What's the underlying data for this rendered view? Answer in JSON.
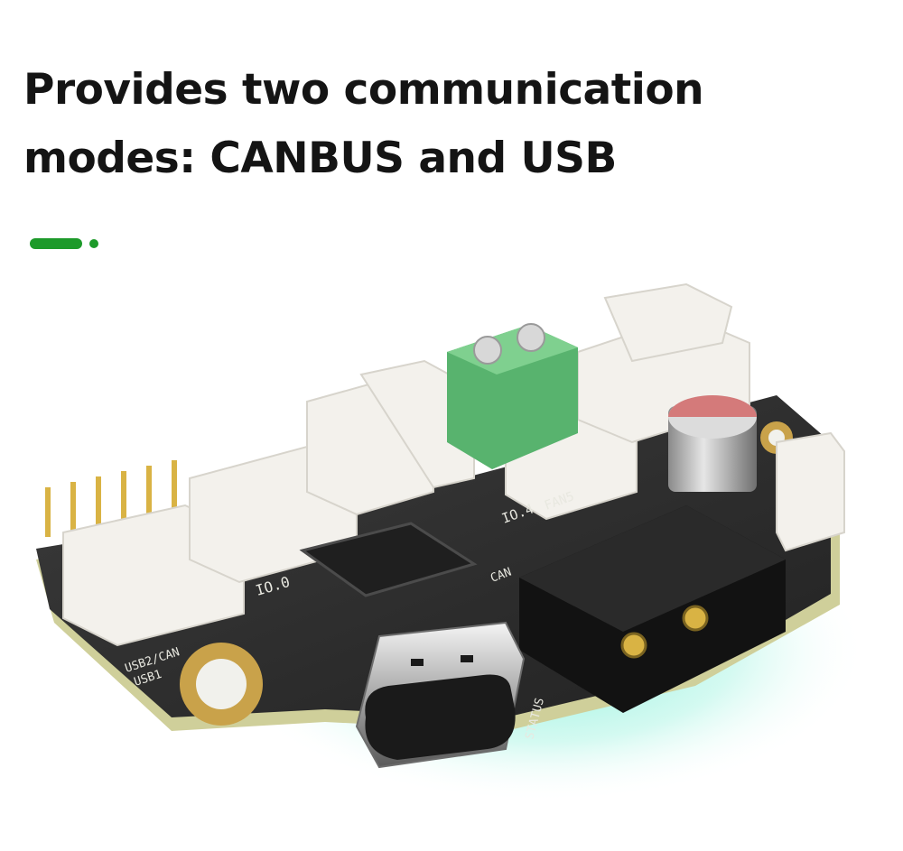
{
  "headline": {
    "line1": "Provides two communication",
    "line2": "modes: CANBUS and USB"
  },
  "accent_color": "#1d9a2a",
  "board_labels": {
    "usb1": "USB1",
    "usb2can": "USB2/CAN",
    "io0": "IO.0",
    "io4": "IO.4",
    "fan5": "FAN5",
    "can": "CAN",
    "status": "STATUS"
  }
}
